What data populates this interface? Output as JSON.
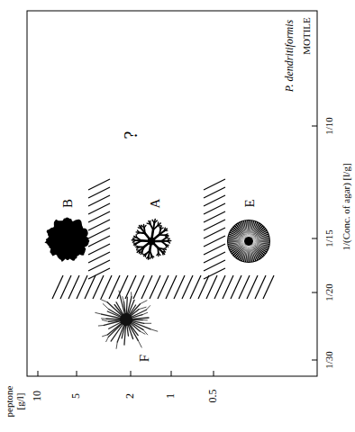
{
  "diagram": {
    "labels": [
      "P. dendritiformis",
      "MOTILE",
      "?",
      "B",
      "A",
      "E",
      "F",
      "peptone [g/l]",
      "10",
      "5",
      "2",
      "1",
      "0.5",
      "1/30",
      "1/20",
      "1/15",
      "1/10",
      "1/(Conc. of agar) [l/g]"
    ]
  }
}
